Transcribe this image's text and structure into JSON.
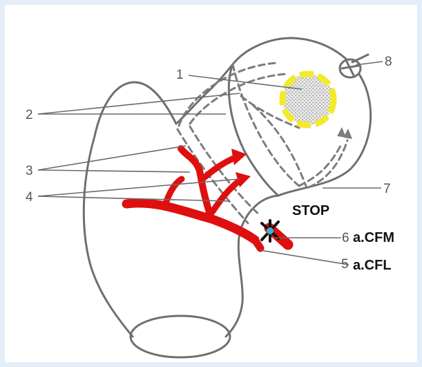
{
  "labels": {
    "n1": "1",
    "n2": "2",
    "n3": "3",
    "n4": "4",
    "n5": "5",
    "n6": "6",
    "n7": "7",
    "n8": "8"
  },
  "annotations": {
    "stop": "STOP",
    "artery_cfm": "a.CFM",
    "artery_cfl": "a.CFL"
  },
  "colors": {
    "vessel": "#e00f0f",
    "ischemic_border": "#f2ea2a",
    "stop_marker": "#111111",
    "stop_center": "#35b4d6",
    "outline": "#6f6f6f",
    "background": "#e4edf8"
  }
}
